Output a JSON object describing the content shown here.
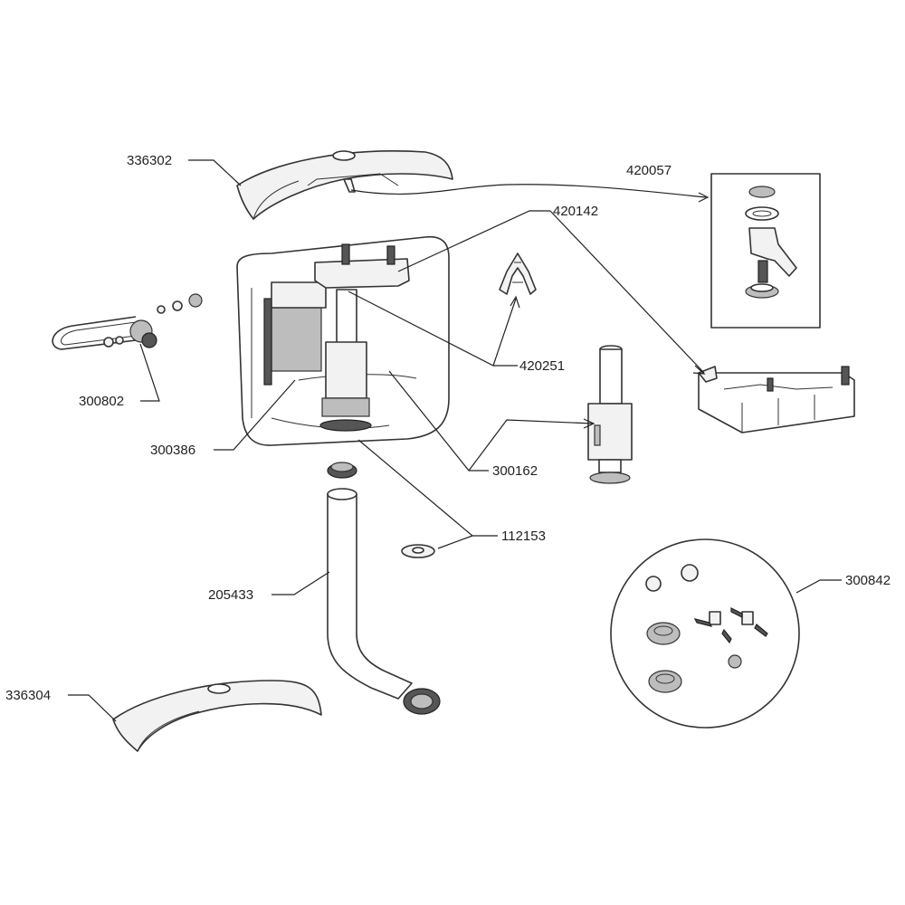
{
  "parts": [
    {
      "id": "lid",
      "code": "336302"
    },
    {
      "id": "flush-button",
      "code": "420057"
    },
    {
      "id": "frame",
      "code": "420142"
    },
    {
      "id": "inlet-valve",
      "code": "300802"
    },
    {
      "id": "clip",
      "code": "420251"
    },
    {
      "id": "float-valve",
      "code": "300386"
    },
    {
      "id": "flush-valve",
      "code": "300162"
    },
    {
      "id": "gasket",
      "code": "112153"
    },
    {
      "id": "flush-pipe",
      "code": "205433"
    },
    {
      "id": "fixing-kit",
      "code": "300842"
    },
    {
      "id": "cover",
      "code": "336304"
    }
  ]
}
